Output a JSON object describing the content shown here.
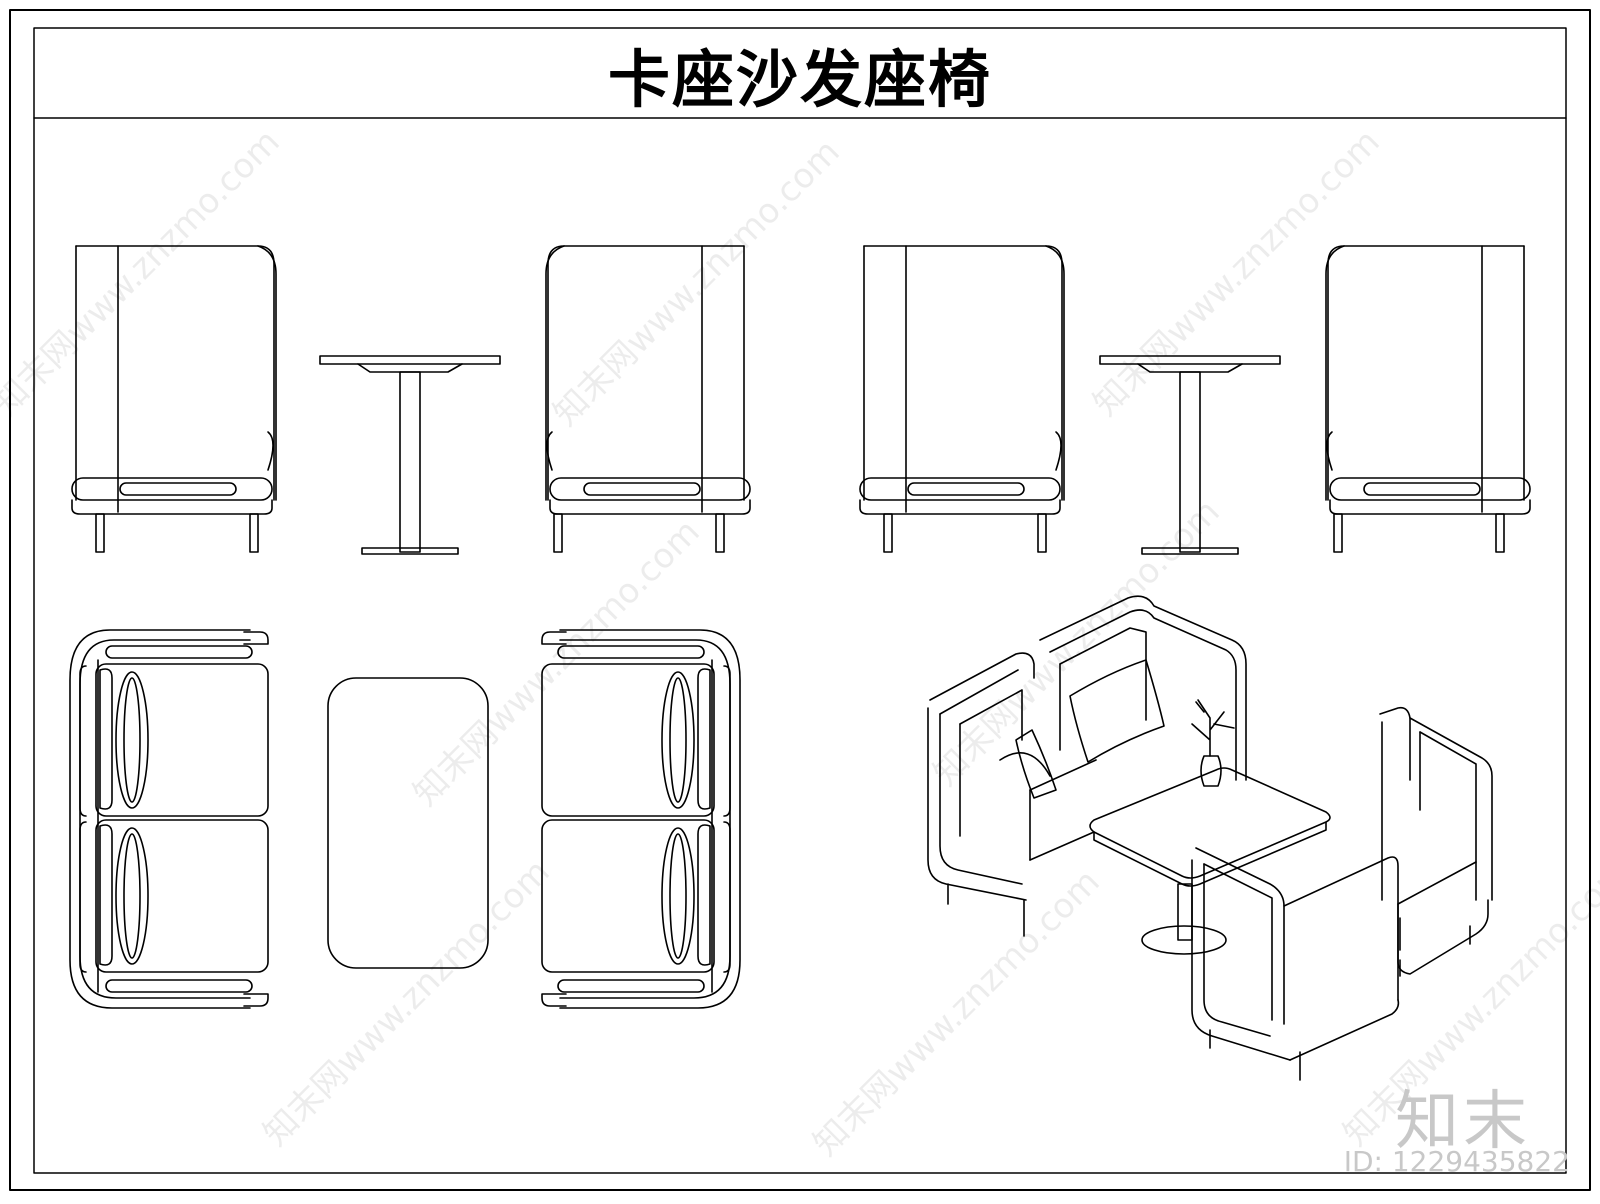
{
  "sheet": {
    "title": "卡座沙发座椅",
    "brand_mark": "知末",
    "doc_id": "ID: 1229435822",
    "watermark_text": "知末网www.znzmo.com",
    "line_color": "#000000",
    "background_color": "#ffffff"
  },
  "drawings": {
    "elevations": [
      "booth-seat-elevation-left",
      "table-elevation",
      "booth-seat-elevation-right",
      "booth-seat-elevation-left-mirror",
      "table-elevation",
      "booth-seat-elevation-right-mirror"
    ],
    "plans": [
      "booth-seat-plan-left",
      "table-plan",
      "booth-seat-plan-right"
    ],
    "perspective": "booth-set-isometric"
  }
}
